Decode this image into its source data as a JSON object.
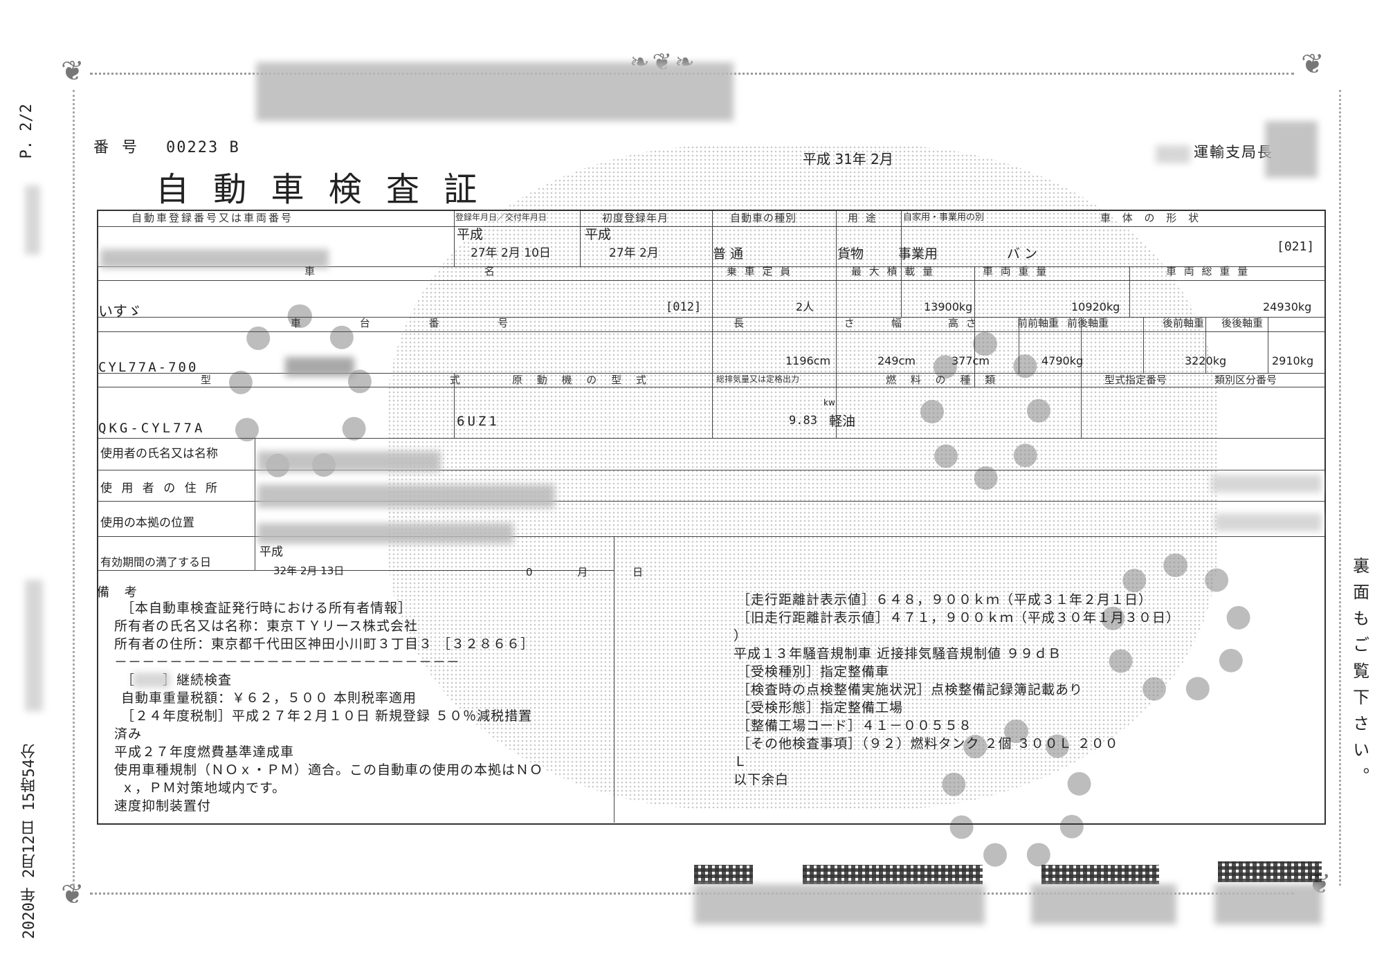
{
  "side_page": "P. 2/2",
  "side_timestamp": "2020年 2月12日 15時54分",
  "number_label": "番 号",
  "number_value": "00223 B",
  "title": "自 動 車 検 査 証",
  "issue_date": "平成 31年 2月",
  "issuer": "運輸支局長",
  "headers": {
    "reg_no": "自動車登録番号又は車両番号",
    "reg_date": "登録年月日／交付年月日",
    "first_reg": "初度登録年月",
    "vehicle_kind": "自動車の種別",
    "use": "用 途",
    "private_business": "自家用・事業用の別",
    "body_shape": "車 体 の 形 状",
    "car_name": "車 名",
    "capacity": "乗 車 定 員",
    "max_load": "最 大 積 載 量",
    "vehicle_weight": "車 両 重 量",
    "gross_weight": "車 両 総 重 量",
    "chassis_no": "車 台 番 号",
    "length": "長 さ",
    "width": "幅",
    "height": "高 さ",
    "front_front": "前前軸重",
    "front_rear": "前後軸重",
    "rear_front": "後前軸重",
    "rear_rear": "後後軸重",
    "model": "型 式",
    "engine_model": "原 動 機 の 型 式",
    "displacement": "総排気量又は定格出力",
    "fuel": "燃 料 の 種 類",
    "type_no": "型式指定番号",
    "category_no": "類別区分番号",
    "user_name": "使用者の氏名又は名称",
    "user_address": "使 用 者 の 住 所",
    "base_location": "使用の本拠の位置",
    "expiry": "有効期間の満了する日",
    "remarks": "備 考"
  },
  "values": {
    "reg_era": "平成",
    "reg_date": "27年 2月 10日",
    "first_era": "平成",
    "first_reg": "27年 2月",
    "vehicle_kind": "普 通",
    "use": "貨物",
    "private_business": "事業用",
    "body_shape": "バ ン",
    "body_code": "[021]",
    "car_name": "いすゞ",
    "car_code": "[012]",
    "capacity": "2人",
    "max_load": "13900kg",
    "vehicle_weight": "10920kg",
    "gross_weight": "24930kg",
    "chassis_no": "CYL77A-700",
    "length": "1196cm",
    "width": "249cm",
    "height": "377cm",
    "front_front": "4790kg",
    "rear_front": "3220kg",
    "rear_rear": "2910kg",
    "model": "QKG-CYL77A",
    "engine_model": "6UZ1",
    "displacement": "9.83",
    "displacement_unit": "kw",
    "fuel": "軽油",
    "expiry_era": "平成",
    "expiry_date": "32年 2月 13日",
    "expiry_end": "0 月 日"
  },
  "remarks_left": [
    "［本自動車検査証発行時における所有者情報］",
    "所有者の氏名又は名称：東京ＴＹリース株式会社",
    "所有者の住所：東京都千代田区神田小川町３丁目３ ［３２８６６］",
    "－－－－－－－－－－－－－－－－－－－－－－－－－",
    "［　　］継続検査",
    "自動車重量税額：￥６２，５００ 本則税率適用",
    "［２４年度税制］平成２７年２月１０日 新規登録 ５０％減税措置",
    "済み",
    "平成２７年度燃費基準達成車",
    "使用車種規制（ＮＯｘ・ＰＭ）適合。この自動車の使用の本拠はＮＯ",
    "ｘ，ＰＭ対策地域内です。",
    "速度抑制装置付"
  ],
  "remarks_right": [
    "［走行距離計表示値］６４８，９００ｋｍ（平成３１年２月１日）",
    "［旧走行距離計表示値］４７１，９００ｋｍ（平成３０年１月３０日）",
    "）",
    "平成１３年騒音規制車 近接排気騒音規制値 ９９ｄＢ",
    "［受検種別］指定整備車",
    "［検査時の点検整備実施状況］点検整備記録簿記載あり",
    "［受検形態］指定整備工場",
    "［整備工場コード］４１－００５５８",
    "［その他検査事項］（９２）燃料タンク ２個 ３００Ｌ ２００",
    "Ｌ",
    "以下余白"
  ],
  "back_note": "裏面もご覧下さい。"
}
